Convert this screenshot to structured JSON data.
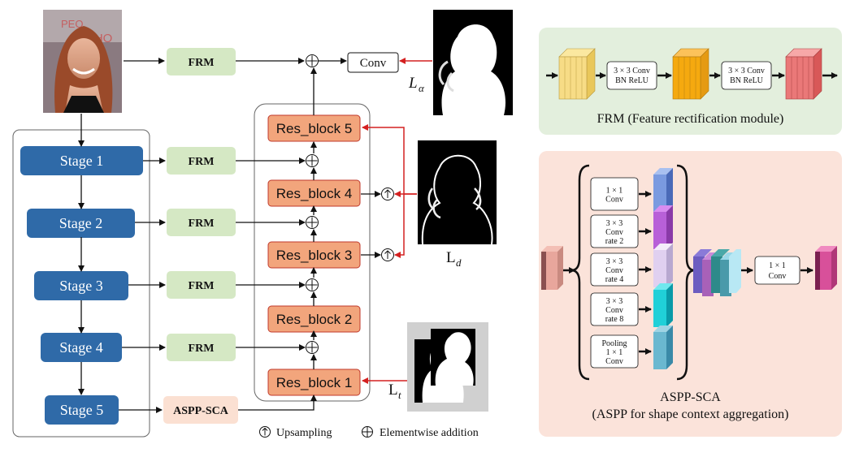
{
  "stages": [
    {
      "label": "Stage 1"
    },
    {
      "label": "Stage 2"
    },
    {
      "label": "Stage 3"
    },
    {
      "label": "Stage 4"
    },
    {
      "label": "Stage 5"
    }
  ],
  "frm_label": "FRM",
  "aspp_label": "ASPP-SCA",
  "conv_label": "Conv",
  "res_blocks": [
    {
      "label": "Res_block 5"
    },
    {
      "label": "Res_block 4"
    },
    {
      "label": "Res_block 3"
    },
    {
      "label": "Res_block 2"
    },
    {
      "label": "Res_block 1"
    }
  ],
  "loss_labels": {
    "alpha_main": "L",
    "alpha_sub": "α",
    "d_main": "L",
    "d_sub": "d",
    "t_main": "L",
    "t_sub": "t"
  },
  "legend": {
    "upsampling": "Upsampling",
    "elementwise": "Elementwise addition"
  },
  "frm_panel": {
    "conv1_line1": "3 × 3 Conv",
    "conv1_line2": "BN ReLU",
    "conv2_line1": "3 × 3 Conv",
    "conv2_line2": "BN ReLU",
    "caption": "FRM (Feature rectification module)"
  },
  "aspp_panel": {
    "branches": [
      {
        "lines": [
          "1 × 1",
          "Conv"
        ]
      },
      {
        "lines": [
          "3 × 3",
          "Conv",
          "rate 2"
        ]
      },
      {
        "lines": [
          "3 × 3",
          "Conv",
          "rate 4"
        ]
      },
      {
        "lines": [
          "3 × 3",
          "Conv",
          "rate 8"
        ]
      },
      {
        "lines": [
          "Pooling",
          "1 × 1",
          "Conv"
        ]
      }
    ],
    "final_conv_line1": "1 × 1",
    "final_conv_line2": "Conv",
    "caption_line1": "ASPP-SCA",
    "caption_line2": "(ASPP for shape context aggregation)"
  },
  "colors": {
    "stage_blue": "#2f6aa8",
    "frm_green": "#d5e8c4",
    "aspp_peach": "#fbe0d2",
    "res_orange": "#f2a57c",
    "loss_red": "#d42020",
    "panel_green": "#e3efdd",
    "panel_pink": "#fbe3da"
  }
}
